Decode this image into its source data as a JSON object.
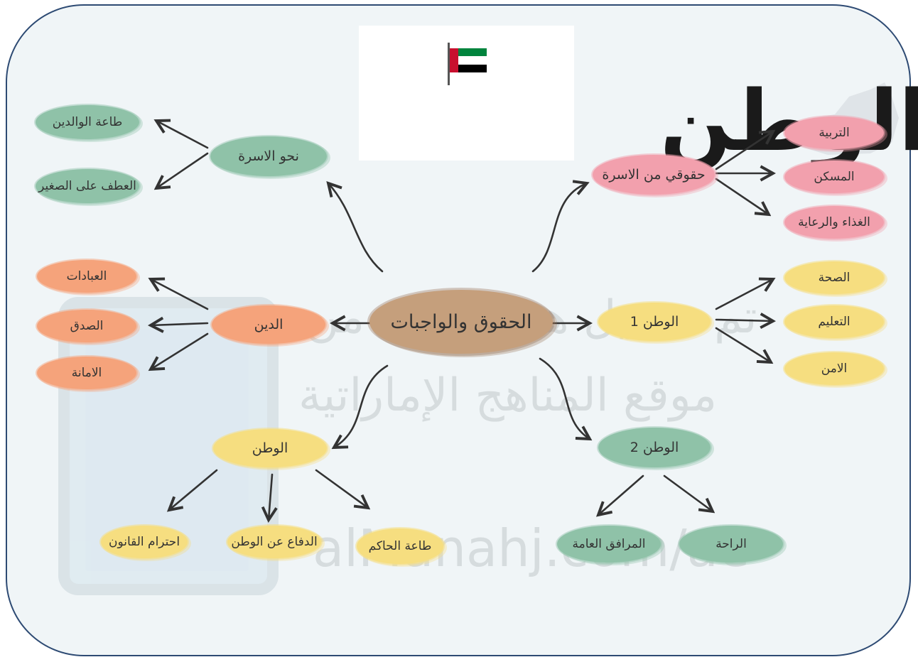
{
  "title": "الوطن",
  "center": "الحقوق والواجبات",
  "watermark": {
    "line1": "تم تحميل هذا الملف من",
    "line2": "موقع المناهج الإماراتية",
    "line3": "alManahj.com/ae"
  },
  "branches": {
    "family_duties": {
      "label": "نحو الاسرة",
      "children": [
        "طاعة الوالدين",
        "العطف على الصغير"
      ]
    },
    "family_rights": {
      "label": "حقوقي من الاسرة",
      "children": [
        "التربية",
        "المسكن",
        "الغذاء والرعاية"
      ]
    },
    "religion": {
      "label": "الدين",
      "children": [
        "العبادات",
        "الصدق",
        "الامانة"
      ]
    },
    "homeland1": {
      "label": "الوطن 1",
      "children": [
        "الصحة",
        "التعليم",
        "الامن"
      ]
    },
    "homeland_duties": {
      "label": "الوطن",
      "children": [
        "احترام القانون",
        "الدفاع عن الوطن",
        "طاعة الحاكم"
      ]
    },
    "homeland2": {
      "label": "الوطن 2",
      "children": [
        "المرافق العامة",
        "الراحة"
      ]
    }
  },
  "colors": {
    "green": "#8fc2a8",
    "pink": "#f2a0ad",
    "orange": "#f5a37b",
    "yellow": "#f6de80",
    "center": "#c59f7c",
    "border": "#2d4a73"
  }
}
